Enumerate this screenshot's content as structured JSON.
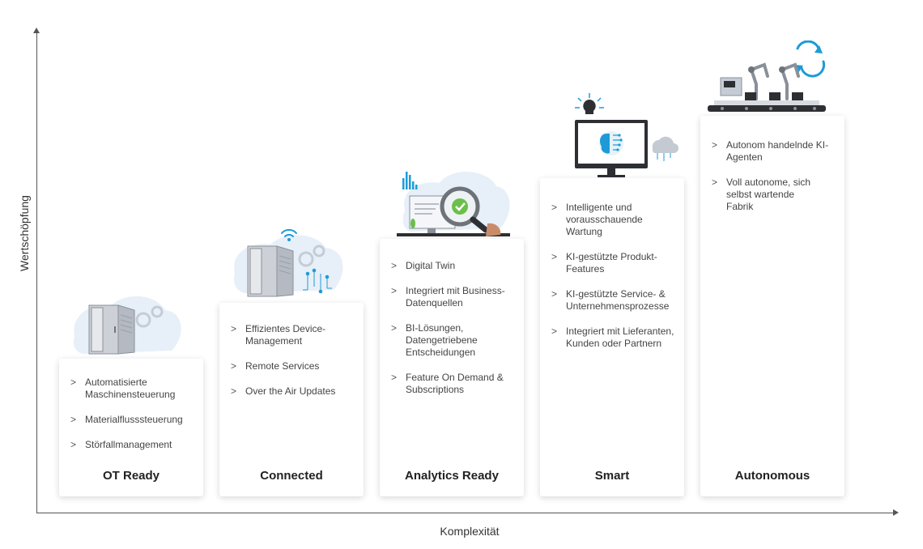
{
  "axes": {
    "y_label": "Wertschöpfung",
    "x_label": "Komplexität"
  },
  "stages": [
    {
      "title": "OT Ready",
      "icon": "control-cabinet-icon",
      "items": [
        "Automatisierte Maschinensteuerung",
        "Materialflusssteuerung",
        "Störfallmanagement"
      ]
    },
    {
      "title": "Connected",
      "icon": "connected-cabinet-icon",
      "items": [
        "Effizientes Device-Management",
        "Remote Services",
        "Over the Air Updates"
      ]
    },
    {
      "title": "Analytics Ready",
      "icon": "analytics-magnifier-icon",
      "items": [
        "Digital Twin",
        "Integriert mit Business-Datenquellen",
        "BI-Lösungen, Datengetriebene Entscheidungen",
        "Feature On Demand & Subscriptions"
      ]
    },
    {
      "title": "Smart",
      "icon": "ai-monitor-icon",
      "items": [
        "Intelligente und vorausschauende Wartung",
        "KI-gestützte Produkt-Features",
        "KI-gestützte Service- & Unternehmensprozesse",
        "Integriert mit Lieferanten, Kunden oder Partnern"
      ]
    },
    {
      "title": "Autonomous",
      "icon": "robot-factory-icon",
      "items": [
        "Autonom handelnde KI-Agenten",
        "Voll autonome, sich selbst wartende Fabrik"
      ]
    }
  ],
  "colors": {
    "accent": "#1e9bd7",
    "green": "#6bbf4a",
    "blob": "#e7eff8",
    "cabinet": "#d3d6db"
  }
}
